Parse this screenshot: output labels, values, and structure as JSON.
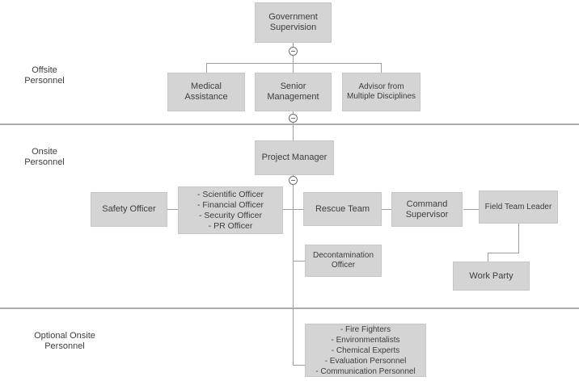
{
  "sections": {
    "offsite": "Offsite Personnel",
    "onsite": "Onsite Personnel",
    "optional": "Optional Onsite Personnel"
  },
  "nodes": {
    "government_supervision": "Government Supervision",
    "medical_assistance": "Medical Assistance",
    "senior_management": "Senior Management",
    "advisor": "Advisor from Multiple Disciplines",
    "project_manager": "Project Manager",
    "safety_officer": "Safety Officer",
    "officers": [
      "- Scientific Officer",
      "- Financial Officer",
      "- Security Officer",
      "- PR Officer"
    ],
    "rescue_team": "Rescue Team",
    "command_supervisor": "Command Supervisor",
    "field_team_leader": "Field Team Leader",
    "decontamination_officer": "Decontamination Officer",
    "work_party": "Work Party",
    "optional_personnel": [
      "- Fire Fighters",
      "- Environmentalists",
      "- Chemical Experts",
      "- Evaluation Personnel",
      "- Communication Personnel"
    ]
  },
  "colors": {
    "node_fill": "#d4d4d4",
    "node_border": "#c6c6c6",
    "connector": "#9e9e9e",
    "divider": "#ababab",
    "text": "#3d3d3d",
    "background": "#ffffff"
  }
}
